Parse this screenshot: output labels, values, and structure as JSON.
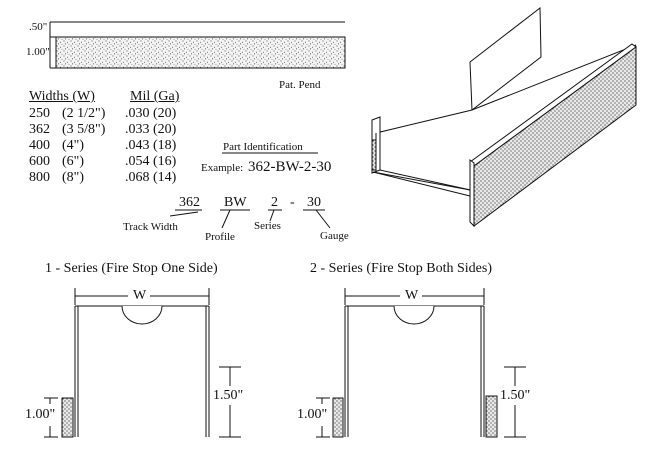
{
  "strip": {
    "dim_top": ".50\"",
    "dim_bottom": "1.00\"",
    "pat_pend": "Pat. Pend"
  },
  "table": {
    "header_widths": "Widths (W)",
    "header_mil": "Mil (Ga)",
    "rows": [
      {
        "width": "250",
        "inch": "(2 1/2\")",
        "mil": ".030 (20)"
      },
      {
        "width": "362",
        "inch": "(3 5/8\")",
        "mil": ".033 (20)"
      },
      {
        "width": "400",
        "inch": "(4\")",
        "mil": ".043 (18)"
      },
      {
        "width": "600",
        "inch": "(6\")",
        "mil": ".054 (16)"
      },
      {
        "width": "800",
        "inch": "(8\")",
        "mil": ".068 (14)"
      }
    ]
  },
  "part": {
    "heading": "Part Identification",
    "example_label": "Example:",
    "example_code": "362-BW-2-30",
    "seg_width": "362",
    "seg_profile": "BW",
    "seg_series": "2",
    "seg_dash": "-",
    "seg_gauge": "30",
    "label_width": "Track Width",
    "label_profile": "Profile",
    "label_series": "Series",
    "label_gauge": "Gauge"
  },
  "series1": {
    "title": "1 - Series (Fire Stop One Side)",
    "w": "W",
    "dim_strip": "1.00\"",
    "dim_leg": "1.50\""
  },
  "series2": {
    "title": "2 - Series (Fire Stop Both Sides)",
    "w": "W",
    "dim_strip": "1.00\"",
    "dim_leg": "1.50\""
  }
}
